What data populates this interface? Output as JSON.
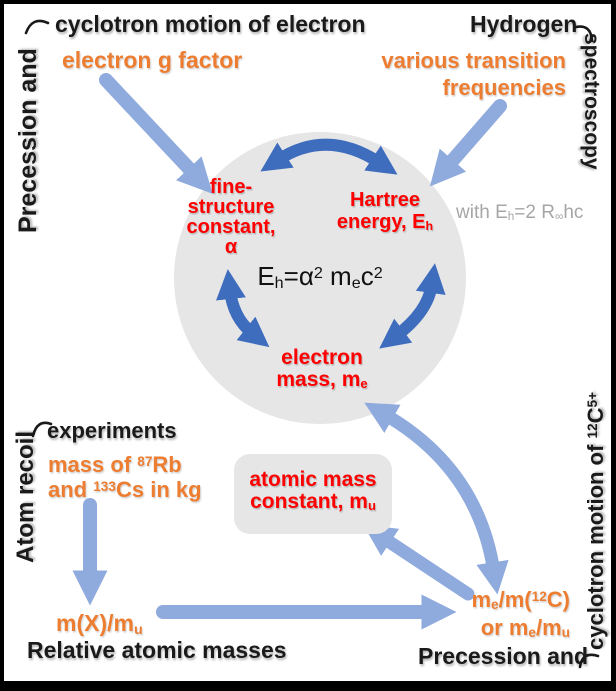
{
  "colors": {
    "light_blue_arrow": "#8FAADC",
    "dark_blue_arrow": "#3E6DBE",
    "orange_text": "#ED7D31",
    "red_text": "#FF0000",
    "gray_fill": "#E7E6E6",
    "gray_text": "#A6A6A6",
    "black_text": "#1a1a1a"
  },
  "top_left": {
    "rotated_label": "Precession and",
    "title": "cyclotron motion of electron",
    "subtitle": "electron g factor"
  },
  "top_right": {
    "title": "Hydrogen",
    "rotated_label": "spectroscopy",
    "subtitle": "various transition\nfrequencies"
  },
  "circle": {
    "fine_structure_label": "fine-\nstructure\nconstant,\nα",
    "hartree_label": "Hartree\nenergy, E_{h}",
    "equation": "E_{h}=α^{2} m_{e}c^{2}",
    "side_note": "with E_{h}=2 R_{∞}hc",
    "electron_mass_label": "electron\nmass, m_{e}"
  },
  "bottom_left": {
    "rotated_label": "Atom recoil",
    "title": "experiments",
    "subtitle": "mass of ^{87}Rb\nand ^{133}Cs in kg",
    "ratio": "m(X)/m_{u}",
    "caption": "Relative atomic masses"
  },
  "bottom_right": {
    "box_label": "atomic mass\nconstant, m_{u}",
    "ratios": "m_{e}/m(^{12}C)\nor m_{e}/m_{u}",
    "title": "Precession and",
    "rotated_label": "cyclotron motion of ^{12}C^{5+}"
  }
}
